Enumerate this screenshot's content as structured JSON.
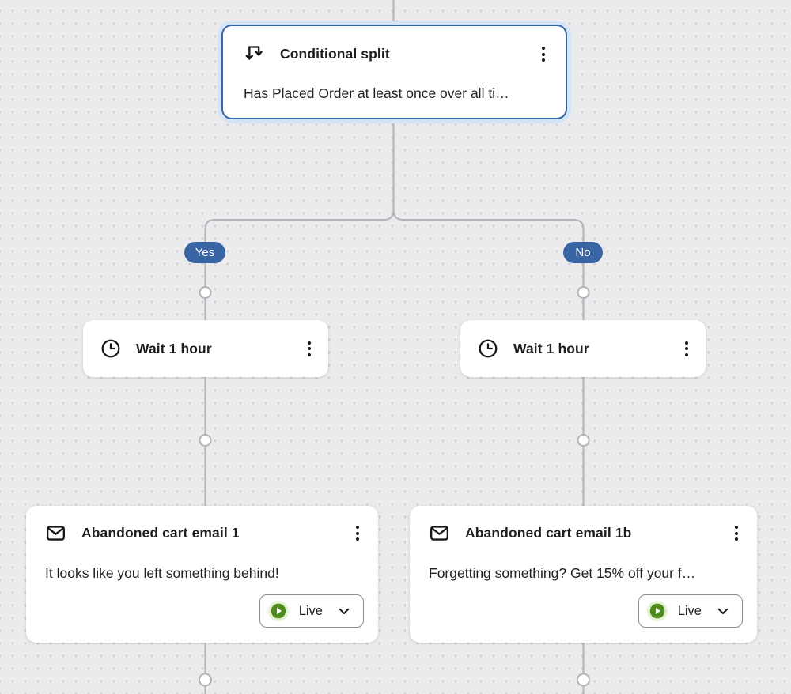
{
  "flow": {
    "conditional_split": {
      "title": "Conditional split",
      "subtitle": "Has Placed Order at least once over all ti…"
    },
    "branches": {
      "yes_label": "Yes",
      "no_label": "No"
    },
    "wait_nodes": [
      {
        "title": "Wait 1 hour"
      },
      {
        "title": "Wait 1 hour"
      }
    ],
    "email_nodes": [
      {
        "title": "Abandoned cart email 1",
        "preview": "It looks like you left something behind!",
        "status": "Live"
      },
      {
        "title": "Abandoned cart email 1b",
        "preview": "Forgetting something? Get 15% off your f…",
        "status": "Live"
      }
    ]
  },
  "icons": {
    "conditional_split": "split-arrows-icon",
    "wait": "clock-icon",
    "email": "envelope-icon",
    "node_menu": "kebab-menu-icon",
    "live_status": "play-circle-icon",
    "status_dropdown": "chevron-down-icon"
  },
  "colors": {
    "canvas_background": "#ebebed",
    "grid_dot": "#c9c9cd",
    "connector_line": "#b3b3b7",
    "branch_badge_blue": "#3a65a4",
    "selected_node_border": "#3566ac",
    "selected_node_glow": "#d6e5f6",
    "live_green": "#4f8a1d",
    "live_green_halo": "#e4f2d2",
    "node_background": "#ffffff",
    "text_primary": "#1c1e1f"
  }
}
